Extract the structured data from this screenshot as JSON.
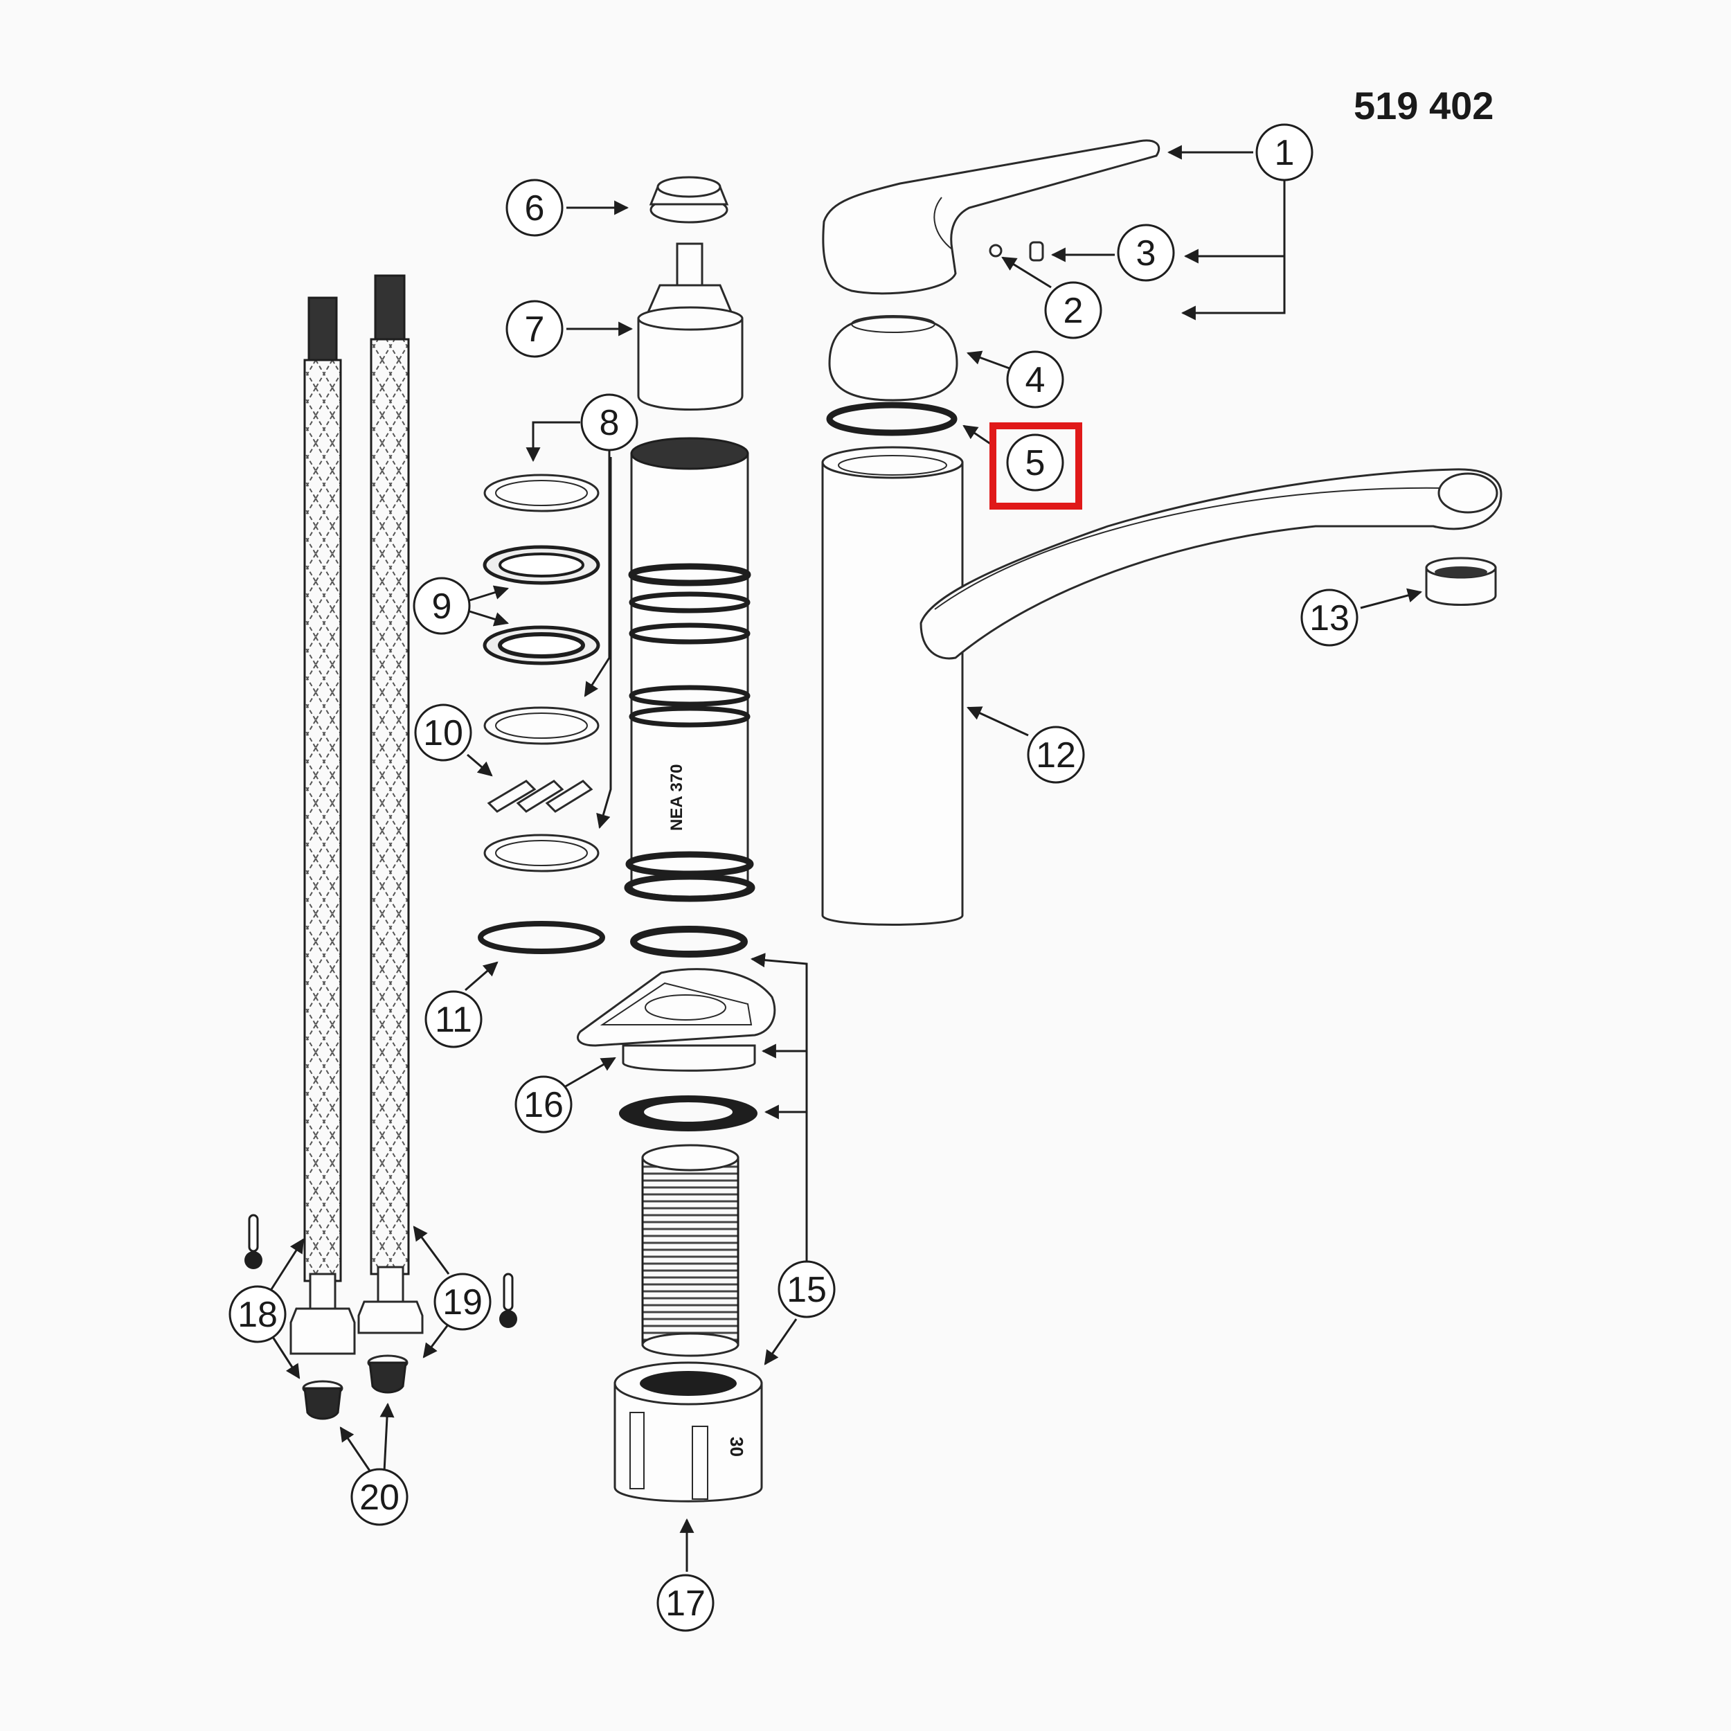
{
  "document": {
    "part_number": "519 402"
  },
  "callouts": [
    {
      "number": "1"
    },
    {
      "number": "2"
    },
    {
      "number": "3"
    },
    {
      "number": "4"
    },
    {
      "number": "5"
    },
    {
      "number": "6"
    },
    {
      "number": "7"
    },
    {
      "number": "8"
    },
    {
      "number": "9"
    },
    {
      "number": "10"
    },
    {
      "number": "11"
    },
    {
      "number": "12"
    },
    {
      "number": "13"
    },
    {
      "number": "15"
    },
    {
      "number": "16"
    },
    {
      "number": "17"
    },
    {
      "number": "18"
    },
    {
      "number": "19"
    },
    {
      "number": "20"
    }
  ],
  "highlight": {
    "callout": "5",
    "color": "#e01919"
  },
  "parts": {
    "cartridge_marking": "NEA 370",
    "nut_marking": "30"
  },
  "icons": {
    "hot_cold_indicator": "thermometer-icon"
  }
}
